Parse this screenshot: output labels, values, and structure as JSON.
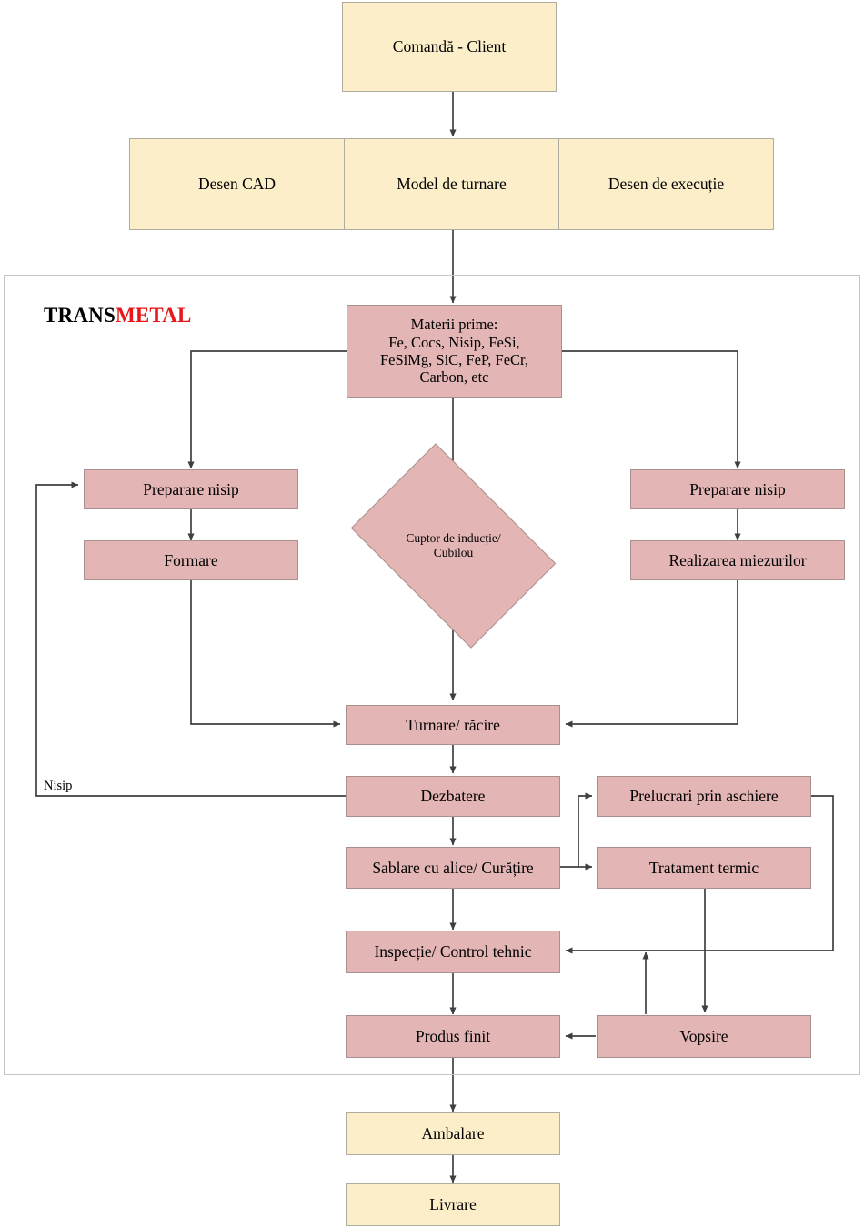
{
  "diagram": {
    "title_plain": "TRANSMETAL",
    "brand": {
      "part1": "TRANS",
      "part2": "METAL",
      "color1": "#000000",
      "color2": "#e8171a"
    },
    "colors": {
      "cream_fill": "#fbeec9",
      "cream_stroke": "#b0aca0",
      "rose_fill": "#e3b5b4",
      "rose_stroke": "#a9908f",
      "line": "#3f3f3f",
      "frame": "#c6c6c6",
      "background": "#ffffff"
    },
    "nodes": {
      "order": "Comandă - Client",
      "design_row": [
        "Desen CAD",
        "Model de turnare",
        "Desen de execuție"
      ],
      "raw_materials": "Materii prime:\nFe, Cocs, Nisip, FeSi,\nFeSiMg, SiC, FeP, FeCr,\nCarbon, etc",
      "furnace": "Cuptor de inducție/\nCubilou",
      "sand_prep_left": "Preparare nisip",
      "molding": "Formare",
      "sand_prep_right": "Preparare nisip",
      "cores": "Realizarea miezurilor",
      "pouring": "Turnare/ răcire",
      "shakeout": "Dezbatere",
      "shotblast": "Sablare cu alice/ Curățire",
      "machining": "Prelucrari prin aschiere",
      "heat_treatment": "Tratament termic",
      "inspection": "Inspecție/ Control tehnic",
      "finished": "Produs finit",
      "painting": "Vopsire",
      "packaging": "Ambalare",
      "delivery": "Livrare"
    },
    "edge_labels": {
      "sand_recycle": "Nisip"
    }
  }
}
